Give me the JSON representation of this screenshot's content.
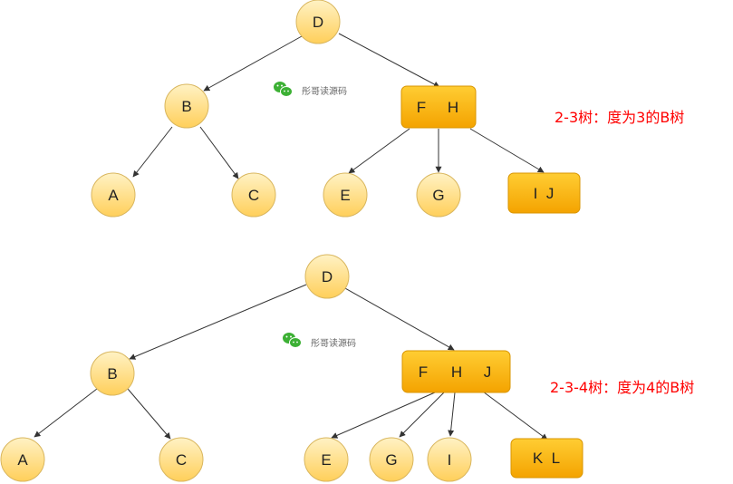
{
  "colors": {
    "circle_top": "#FFF2C4",
    "circle_bottom": "#FFCF5A",
    "circle_stroke": "#D9B65E",
    "box_top": "#FFCD33",
    "box_bottom": "#F4A300",
    "box_stroke": "#D99500",
    "edge": "#333333",
    "caption": "#FF0000",
    "wechat": "#3CB034"
  },
  "watermark": {
    "label": "彤哥读源码",
    "icon": "wechat-icon"
  },
  "diagrams": [
    {
      "id": "tree-2-3",
      "caption": "2-3树：度为3的B树",
      "root": {
        "label": "D"
      },
      "left": {
        "label": "B",
        "children": [
          "A",
          "C"
        ]
      },
      "right": {
        "keys": [
          "F",
          "H"
        ],
        "children": [
          "E",
          "G",
          "I  J"
        ]
      }
    },
    {
      "id": "tree-2-3-4",
      "caption": "2-3-4树：度为4的B树",
      "root": {
        "label": "D"
      },
      "left": {
        "label": "B",
        "children": [
          "A",
          "C"
        ]
      },
      "right": {
        "keys": [
          "F",
          "H",
          "J"
        ],
        "children": [
          "E",
          "G",
          "I",
          "K  L"
        ]
      }
    }
  ]
}
